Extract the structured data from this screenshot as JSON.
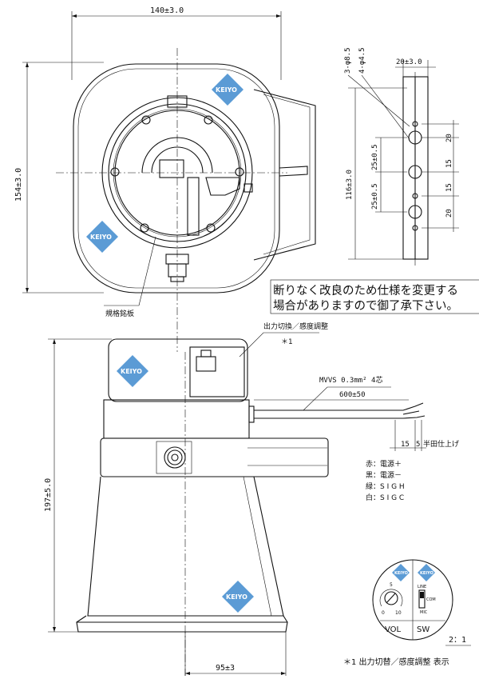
{
  "top_view": {
    "width_dim": "140±3.0",
    "height_dim": "154±3.0",
    "nameplate_label": "規格銘板",
    "logo_text": "KEIYO"
  },
  "bracket": {
    "hole_label_a": "3-φ8.5",
    "hole_label_b": "4-φ4.5",
    "width_dim": "20±3.0",
    "pitch_dim_a": "25±0.5",
    "pitch_dim_b": "25±0.5",
    "total_dim": "116±3.0",
    "seg_dims": [
      "20",
      "15",
      "15",
      "20"
    ]
  },
  "notice": {
    "line1": "断りなく改良のため仕様を変更する",
    "line2": "場合がありますので御了承下さい。"
  },
  "side_view": {
    "switch_label": "出力切換／感度調整",
    "switch_ref": "＊1",
    "cable_spec": "MVVS 0.3mm² 4芯",
    "cable_length": "600±50",
    "strip_dim_a": "15",
    "strip_dim_b": "5",
    "strip_note": "半田仕上げ",
    "wires": [
      "赤：電源＋",
      "黒：電源－",
      "緑：S I G H",
      "白：S I G C"
    ],
    "height_dim": "197±5.0",
    "mouth_dim": "95±3",
    "logo_text": "KEIYO"
  },
  "detail": {
    "vol_label": "VOL",
    "sw_label": "SW",
    "dial_mark_5": "5",
    "dial_mark_0": "0",
    "dial_mark_10": "10",
    "line_label": "LINE",
    "com_label": "COM",
    "mic_label": "MIC",
    "scale": "2：1",
    "footnote": "＊1 出力切替／感度調整 表示",
    "logo_text": "KEIYO"
  },
  "colors": {
    "logo": "#5b9bd5",
    "line": "#111111"
  }
}
